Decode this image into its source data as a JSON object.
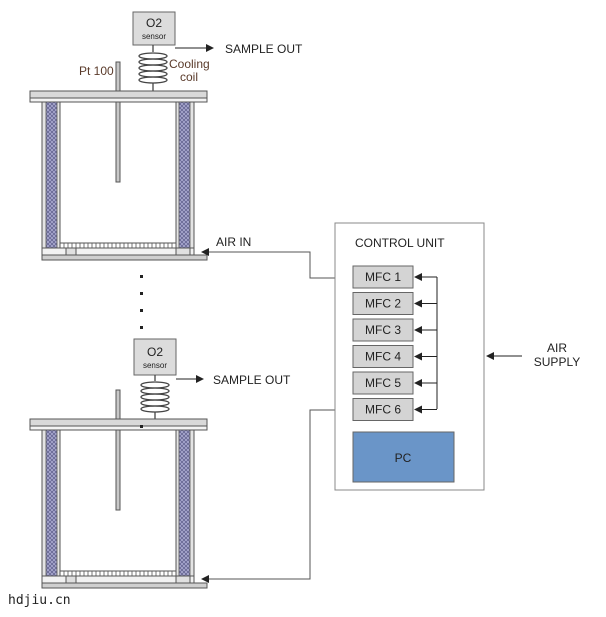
{
  "labels": {
    "o2": "O2",
    "sensor": "sensor",
    "sample_out": "SAMPLE OUT",
    "pt100": "Pt 100",
    "cooling": "Cooling",
    "coil": "coil",
    "air_in": "AIR IN",
    "control_unit": "CONTROL UNIT",
    "air": "AIR",
    "supply": "SUPPLY",
    "pc": "PC"
  },
  "mfcs": [
    "MFC 1",
    "MFC 2",
    "MFC 3",
    "MFC 4",
    "MFC 5",
    "MFC 6"
  ],
  "watermark": "hdjiu.cn",
  "colors": {
    "pc_fill": "#6a95c8",
    "mfc_fill": "#d4d4d4",
    "sensor_fill": "#dcdcdc",
    "wall_fill": "#a7a7c9",
    "line": "#555555"
  }
}
